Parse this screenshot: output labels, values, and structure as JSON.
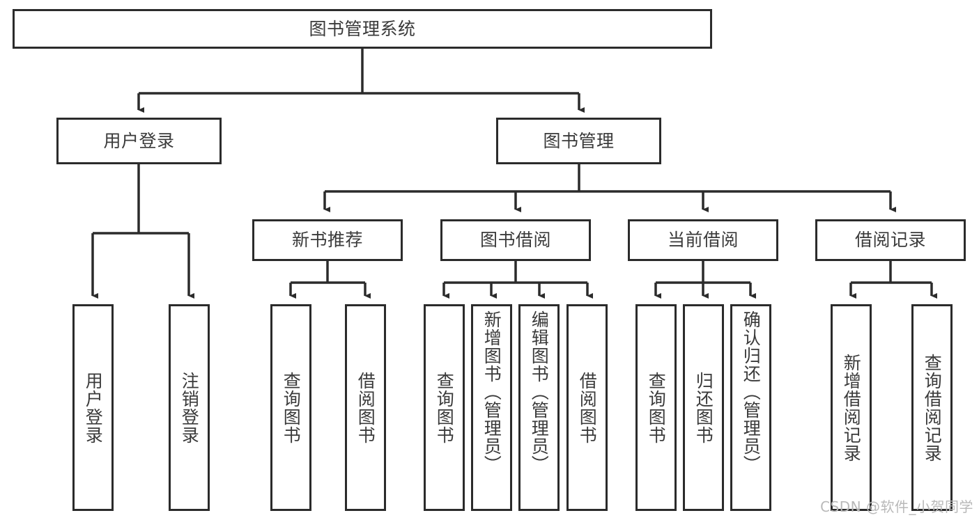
{
  "diagram": {
    "title": "图书管理系统",
    "type": "hierarchy-tree",
    "root": {
      "label": "图书管理系统"
    },
    "level2": [
      {
        "label": "用户登录"
      },
      {
        "label": "图书管理"
      }
    ],
    "level3": [
      {
        "label": "新书推荐"
      },
      {
        "label": "图书借阅"
      },
      {
        "label": "当前借阅"
      },
      {
        "label": "借阅记录"
      }
    ],
    "leaves": {
      "user_login": [
        {
          "label": "用户登录"
        },
        {
          "label": "注销登录"
        }
      ],
      "new_book_recommend": [
        {
          "label": "查询图书"
        },
        {
          "label": "借阅图书"
        }
      ],
      "book_borrow": [
        {
          "label": "查询图书"
        },
        {
          "label": "新增图书（管理员）"
        },
        {
          "label": "编辑图书（管理员）"
        },
        {
          "label": "借阅图书"
        }
      ],
      "current_borrow": [
        {
          "label": "查询图书"
        },
        {
          "label": "归还图书"
        },
        {
          "label": "确认归还（管理员）"
        }
      ],
      "borrow_record": [
        {
          "label": "新增借阅记录"
        },
        {
          "label": "查询借阅记录"
        }
      ]
    },
    "colors": {
      "box_border": "#2b2b2b",
      "box_fill": "#ffffff",
      "text": "#3a3a3a",
      "edge": "#2b2b2b",
      "watermark": "#b9b9b9"
    }
  },
  "watermark": {
    "text": "CSDN @软件_小贺同学"
  }
}
